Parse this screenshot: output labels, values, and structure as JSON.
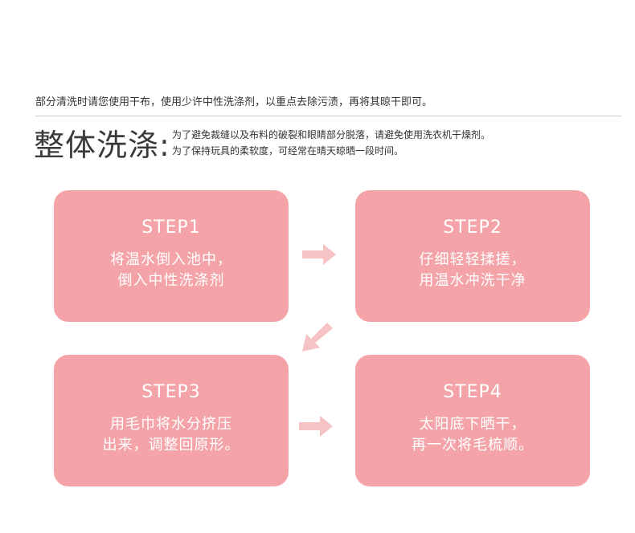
{
  "intro_text": "部分清洗时请您使用干布，使用少许中性洗涤剂，以重点去除污渍，再将其晾干即可。",
  "section": {
    "heading": "整体洗涤:",
    "notes": [
      "为了避免裁缝以及布料的破裂和眼睛部分脱落，请避免使用洗衣机干燥剂。",
      "为了保持玩具的柔软度，可经常在晴天晾晒一段时间。"
    ]
  },
  "steps": [
    {
      "title": "STEP1",
      "lines": [
        "将温水倒入池中，",
        "倒入中性洗涤剂"
      ]
    },
    {
      "title": "STEP2",
      "lines": [
        "仔细轻轻揉搓，",
        "用温水冲洗干净"
      ]
    },
    {
      "title": "STEP3",
      "lines": [
        "用毛巾将水分挤压",
        "出来，调整回原形。"
      ]
    },
    {
      "title": "STEP4",
      "lines": [
        "太阳底下晒干，",
        "再一次将毛梳顺。"
      ]
    }
  ],
  "colors": {
    "card": "#f4a4a8",
    "arrow": "#f7c2c4",
    "text": "#333333",
    "divider": "#c9c9c9"
  },
  "icons": [
    "arrow-right-icon",
    "arrow-down-left-icon"
  ]
}
